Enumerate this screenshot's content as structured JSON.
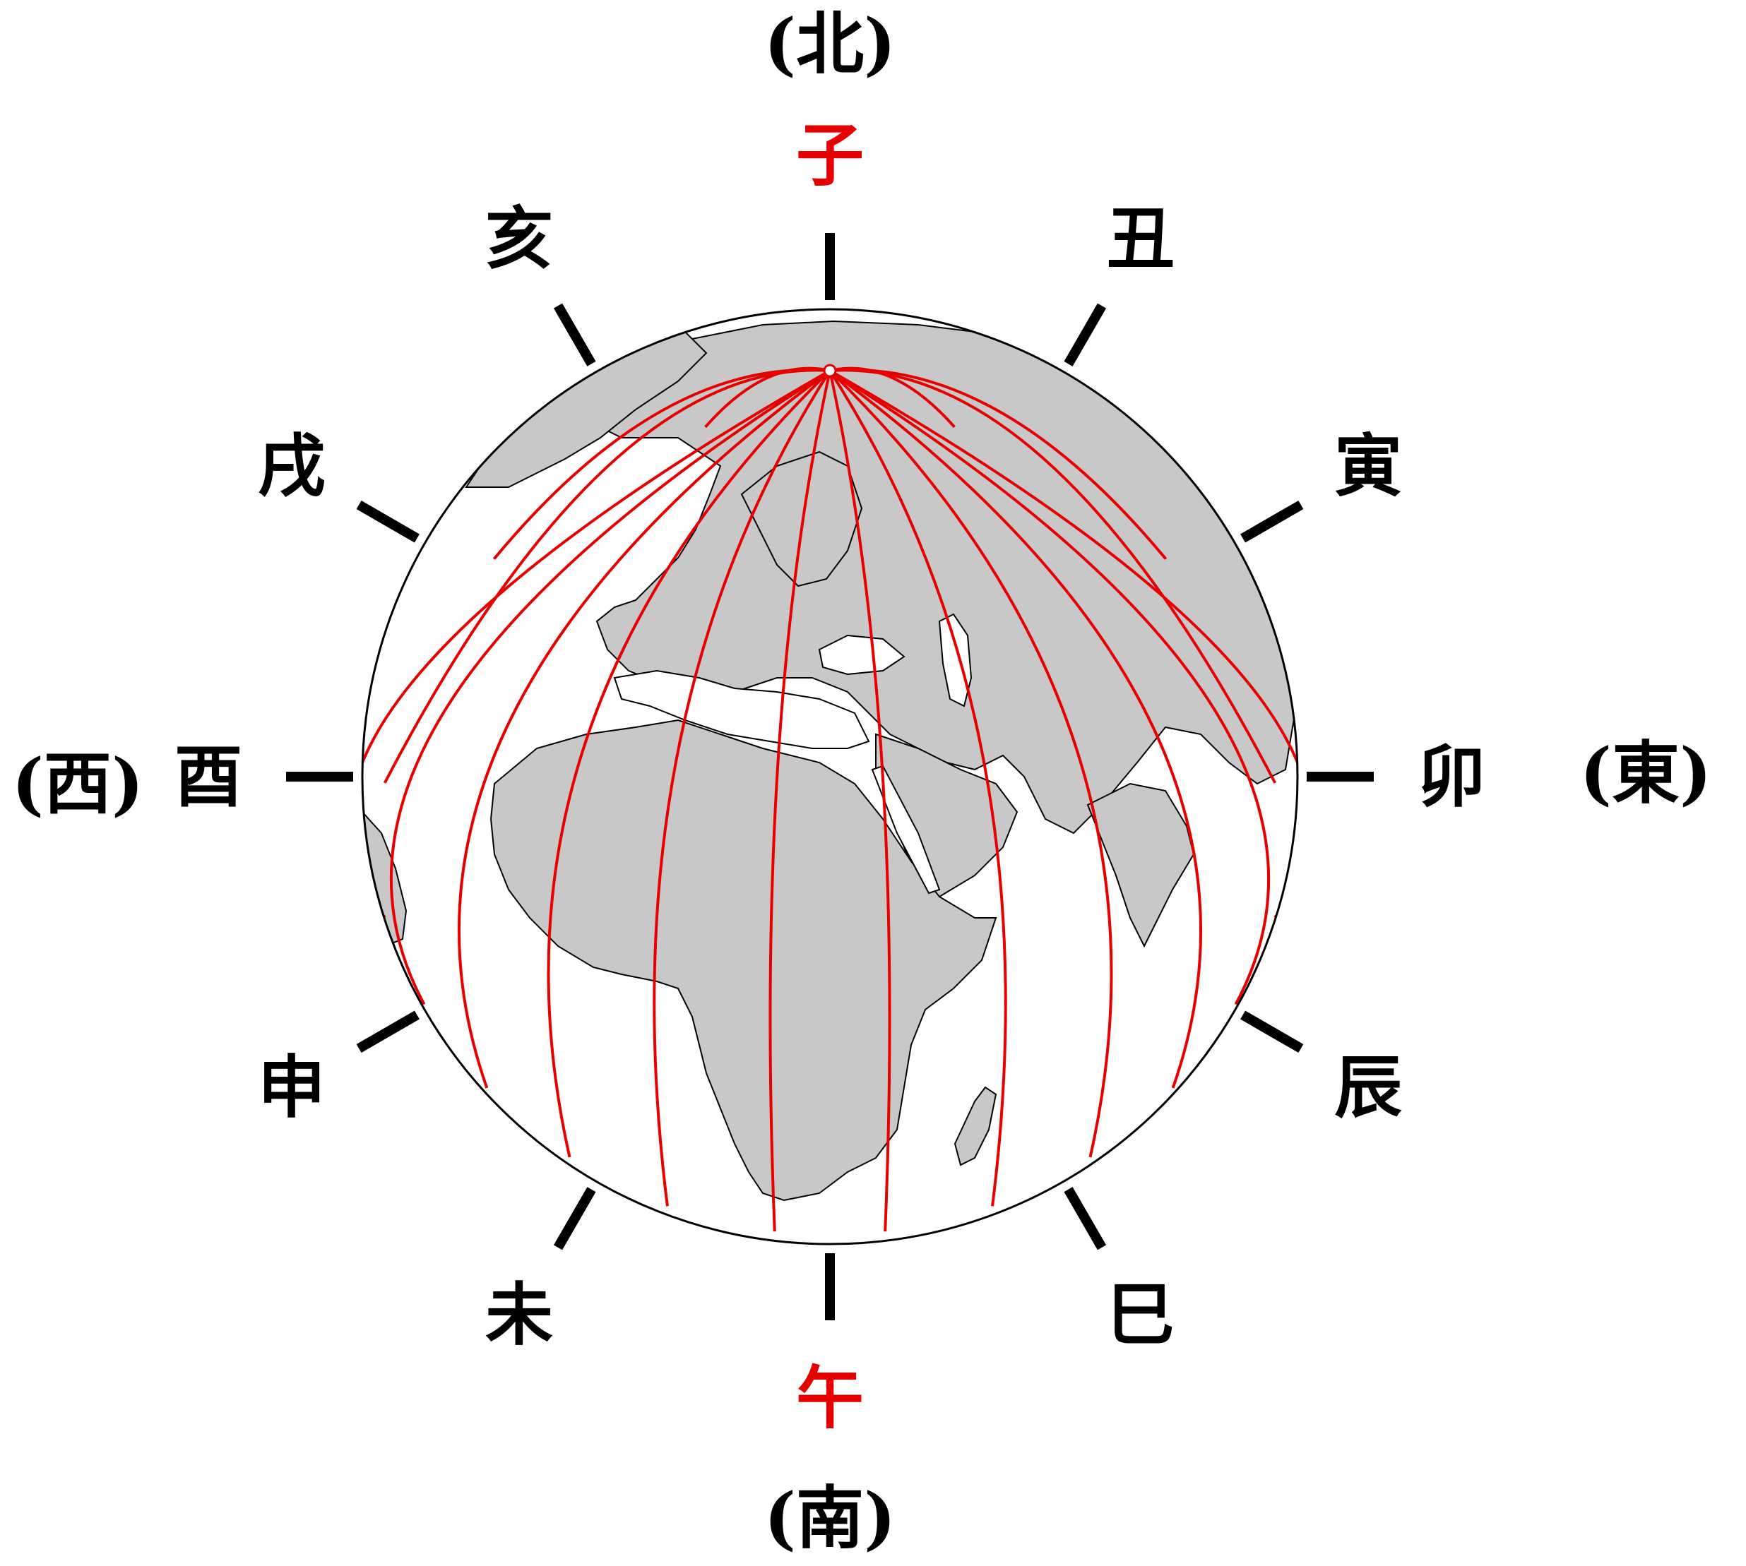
{
  "directions": {
    "north": "(北)",
    "south": "(南)",
    "east": "(東)",
    "west": "(西)"
  },
  "branches": [
    {
      "char": "子",
      "angle": 0,
      "highlight": true
    },
    {
      "char": "丑",
      "angle": 30,
      "highlight": false
    },
    {
      "char": "寅",
      "angle": 60,
      "highlight": false
    },
    {
      "char": "卯",
      "angle": 90,
      "highlight": false
    },
    {
      "char": "辰",
      "angle": 120,
      "highlight": false
    },
    {
      "char": "巳",
      "angle": 150,
      "highlight": false
    },
    {
      "char": "午",
      "angle": 180,
      "highlight": true
    },
    {
      "char": "未",
      "angle": 210,
      "highlight": false
    },
    {
      "char": "申",
      "angle": 240,
      "highlight": false
    },
    {
      "char": "酉",
      "angle": 270,
      "highlight": false
    },
    {
      "char": "戌",
      "angle": 300,
      "highlight": false
    },
    {
      "char": "亥",
      "angle": 330,
      "highlight": false
    }
  ],
  "colors": {
    "highlight": "#e60000",
    "text": "#000000",
    "land": "#c8c8c8",
    "meridian": "#e60000",
    "tick": "#000000",
    "globe_outline": "#000000"
  },
  "globe": {
    "meridian_count": 12
  }
}
